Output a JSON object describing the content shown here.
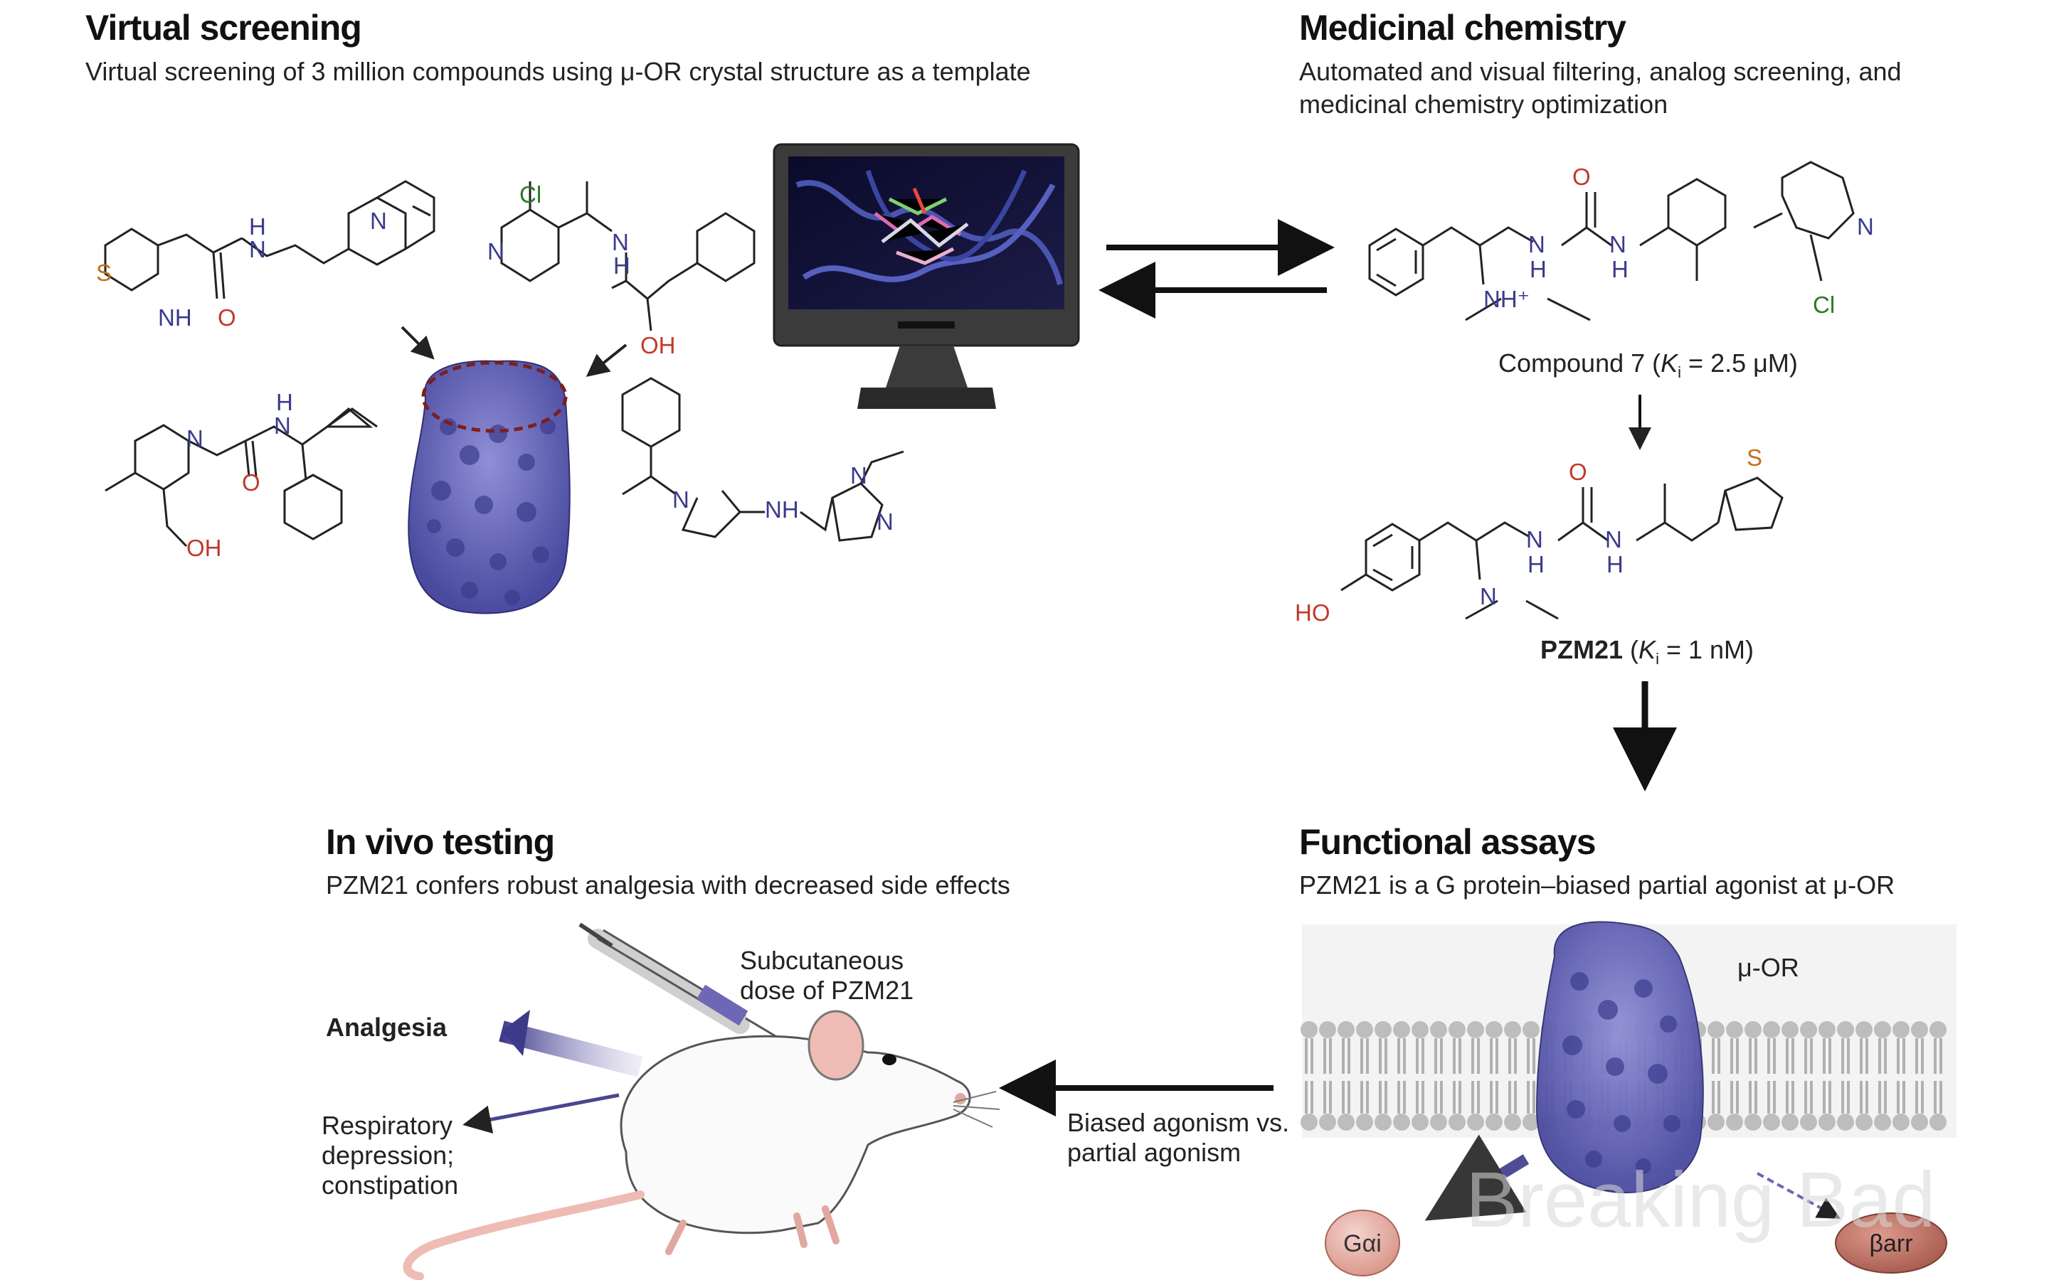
{
  "virtual_screening": {
    "title": "Virtual screening",
    "subtitle": "Virtual screening of 3 million compounds using  μ-OR crystal structure as a template"
  },
  "medicinal_chemistry": {
    "title": "Medicinal chemistry",
    "subtitle_line1": "Automated and visual filtering, analog screening, and",
    "subtitle_line2": "medicinal chemistry optimization",
    "compound7_label": "Compound 7 (",
    "compound7_k": "K",
    "compound7_ki_sub": "i",
    "compound7_value": " = 2.5 μM)",
    "pzm21_name": "PZM21",
    "pzm21_k_open": " (",
    "pzm21_k": "K",
    "pzm21_ki_sub": "i",
    "pzm21_value": " = 1 nM)"
  },
  "functional_assays": {
    "title": "Functional assays",
    "subtitle": "PZM21 is a G protein–biased partial agonist at μ-OR",
    "receptor_label": "μ-OR",
    "g_protein_label": "Gαi",
    "barr_label": "βarr"
  },
  "in_vivo": {
    "title": "In vivo testing",
    "subtitle": "PZM21 confers robust analgesia with decreased  side effects",
    "dose_line1": "Subcutaneous",
    "dose_line2": "dose of PZM21",
    "analgesia": "Analgesia",
    "side_line1": "Respiratory",
    "side_line2": "depression;",
    "side_line3": "constipation",
    "bias_line1": "Biased agonism vs.",
    "bias_line2": "partial agonism"
  },
  "atoms": {
    "s": "S",
    "nh": "NH",
    "o": "O",
    "h": "H",
    "n": "N",
    "cl": "Cl",
    "oh": "OH",
    "nh_plus": "NH⁺",
    "ho": "HO"
  },
  "watermark": "Breaking Bad",
  "colors": {
    "protein": "#6b6bc0",
    "protein_dark": "#3c3c8e",
    "arrow": "#111111",
    "gprotein": "#e7b1a8",
    "barr": "#c9786a",
    "membrane": "#c7c7c7"
  }
}
